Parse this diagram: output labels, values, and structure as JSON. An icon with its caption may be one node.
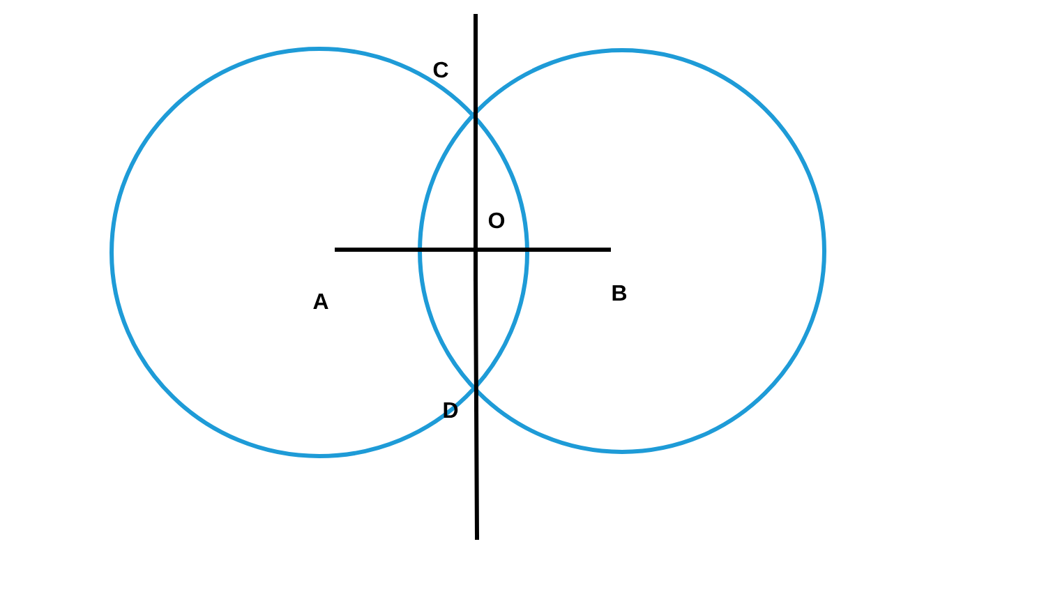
{
  "diagram": {
    "labels": [
      "C",
      "O",
      "A",
      "B",
      "D"
    ]
  }
}
